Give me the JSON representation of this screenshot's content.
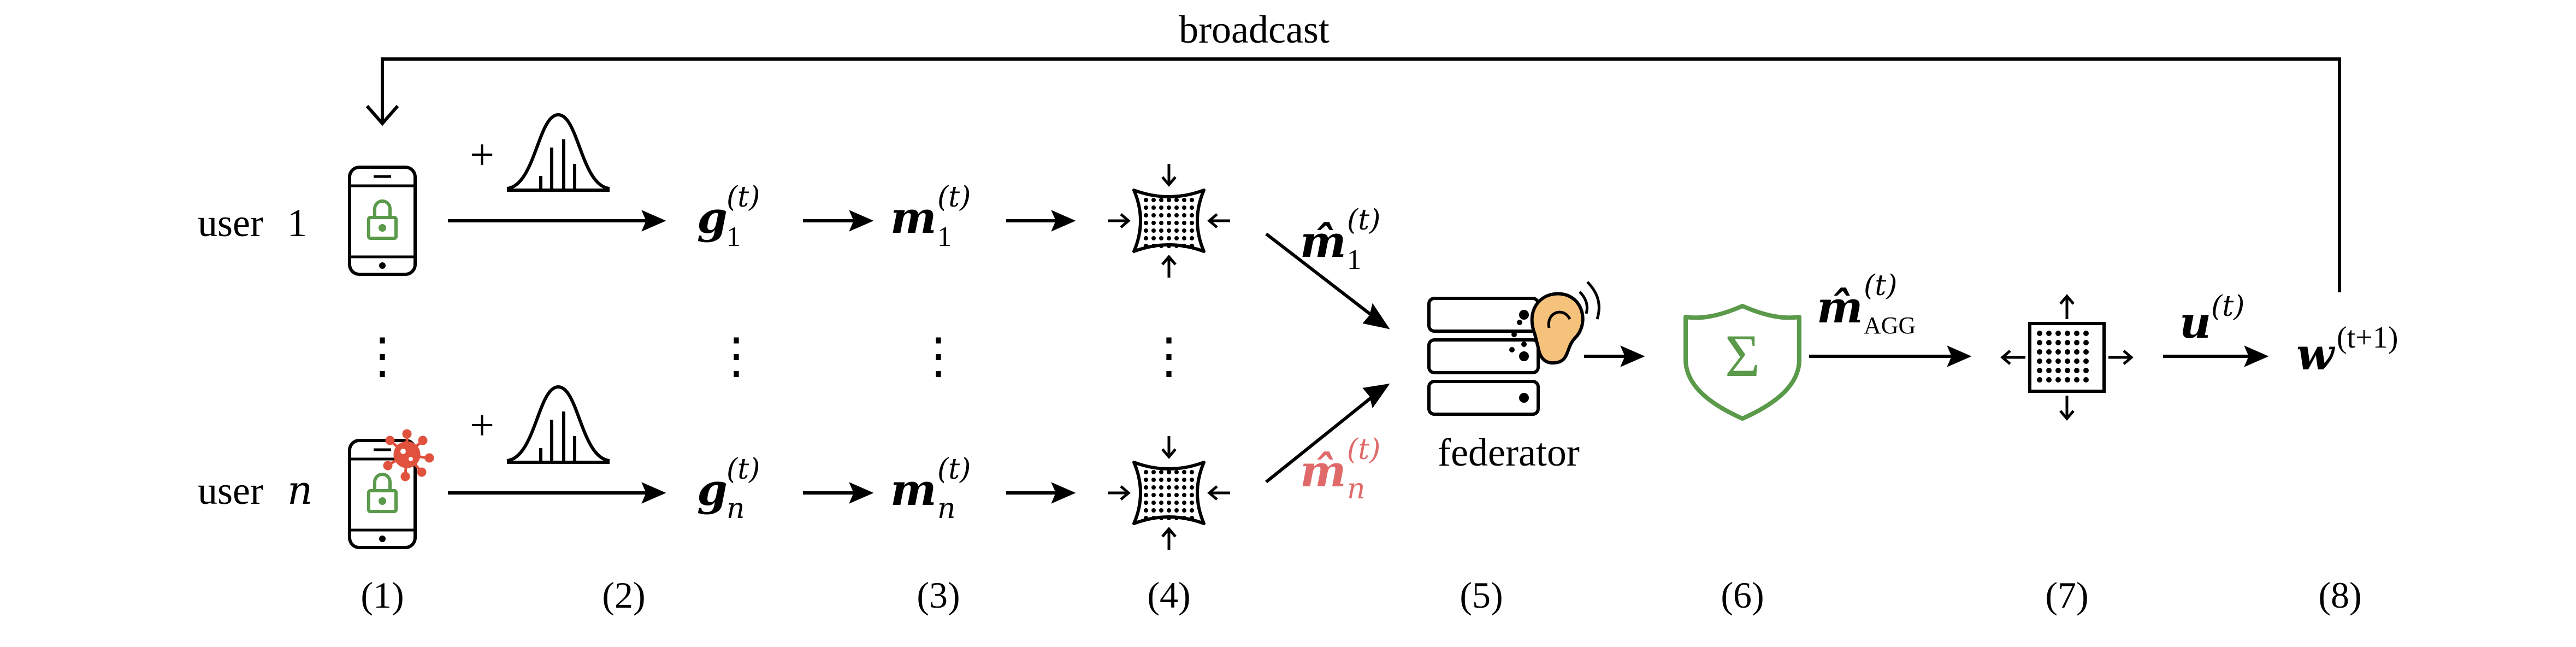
{
  "colors": {
    "line": "#000000",
    "lock_green": "#5a9a4a",
    "virus_red": "#e0523e",
    "malicious_text": "#e06a6a",
    "shield_green": "#5a9a4a",
    "ear_fill": "#f4c27a"
  },
  "labels": {
    "broadcast": "broadcast",
    "user1_word": "user",
    "user1_index": "1",
    "usern_word": "user",
    "usern_index": "n",
    "plus": "+",
    "federator": "federator"
  },
  "math": {
    "g1": {
      "base": "g",
      "sub": "1",
      "sup": "(t)"
    },
    "gn": {
      "base": "g",
      "sub": "n",
      "sup": "(t)"
    },
    "m1": {
      "base": "m",
      "sub": "1",
      "sup": "(t)"
    },
    "mn": {
      "base": "m",
      "sub": "n",
      "sup": "(t)"
    },
    "mhat1": {
      "base": "m̂",
      "sub": "1",
      "sup": "(t)"
    },
    "mhatn": {
      "base": "m̂",
      "sub": "n",
      "sup": "(t)"
    },
    "mhat_agg": {
      "base": "m̂",
      "sub": "AGG",
      "sup": "(t)"
    },
    "u": {
      "base": "u",
      "sup": "(t)"
    },
    "w": {
      "base": "w",
      "sup": "(t+1)"
    }
  },
  "ellipsis": "⋮",
  "sigma": "Σ",
  "steps": [
    "(1)",
    "(2)",
    "(3)",
    "(4)",
    "(5)",
    "(6)",
    "(7)",
    "(8)"
  ],
  "icons": [
    "phone-lock-icon",
    "phone-lock-virus-icon",
    "gaussian-noise-icon",
    "compress-matrix-icon",
    "server-eavesdrop-icon",
    "shield-sum-icon",
    "expand-matrix-icon"
  ]
}
